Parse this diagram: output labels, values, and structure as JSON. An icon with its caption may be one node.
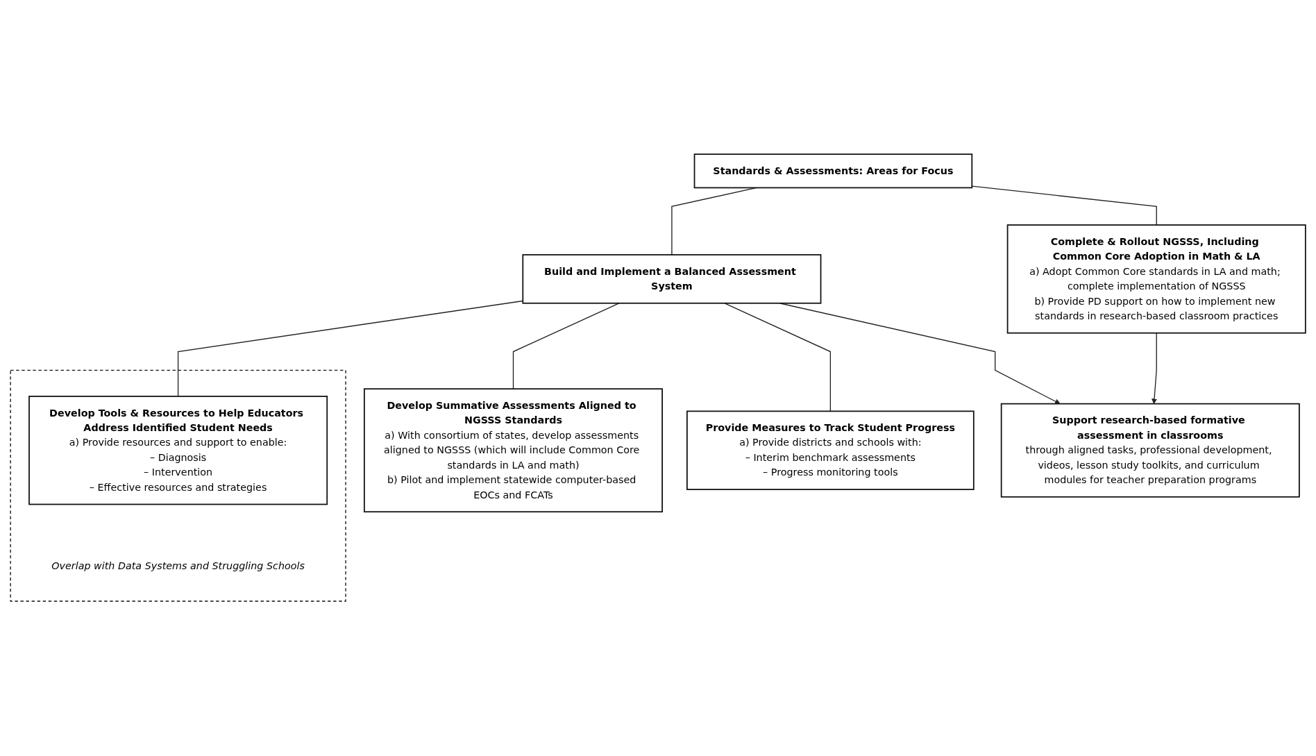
{
  "diagram": {
    "nodes": [
      {
        "text": [
          "Standards & Assessments: Areas for Focus"
        ]
      },
      {
        "text": [
          "Complete & Rollout NGSSS, Including Common Core Adoption in Math & LA",
          "a) Adopt Common Core standards in LA and math; complete implementation of NGSSS",
          "b) Provide PD support on how to implement new standards in research-based classroom practices"
        ]
      },
      {
        "text": [
          "Build and Implement a Balanced Assessment System"
        ]
      },
      {
        "text": [
          "Develop Summative Assessments Aligned to NGSSS Standards",
          "a) With consortium of states, develop assessments aligned to NGSSS (which will include Common Core standards in LA and math)",
          "b) Pilot and implement statewide computer-based EOCs and FCATs"
        ]
      },
      {
        "text": [
          "Provide Measures to Track Student Progress",
          "a) Provide districts and schools with:",
          "– Interim benchmark assessments",
          "– Progress monitoring tools"
        ]
      },
      {
        "text": [],
        "shape": "box",
        "beside": [
          "Overlap with Data Systems and Struggling Schools"
        ]
      },
      {
        "text": [
          "Develop Tools & Resources to Help Educators Address Identified Student Needs",
          "a) Provide resources and support to enable:",
          "– Diagnosis",
          "– Intervention",
          "– Effective resources and strategies"
        ],
        "in": 5
      },
      {
        "text": [
          "Support research-based formative assessment in classrooms",
          "through aligned tasks, professional development, videos, lesson study toolkits, and curriculum modules for teacher preparation programs"
        ]
      }
    ],
    "edges": [
      {
        "from": 0,
        "to": 1,
        "arrow": "none"
      },
      {
        "from": 0,
        "to": 2,
        "arrow": "none"
      },
      {
        "from": 2,
        "to": 3,
        "arrow": "none"
      },
      {
        "from": 2,
        "to": 4,
        "arrow": "none"
      },
      {
        "from": 2,
        "to": 6,
        "arrow": "none"
      },
      {
        "from": 1,
        "to": 7,
        "arrow": "to"
      },
      {
        "from": 2,
        "to": 7,
        "arrow": "to"
      }
    ]
  }
}
